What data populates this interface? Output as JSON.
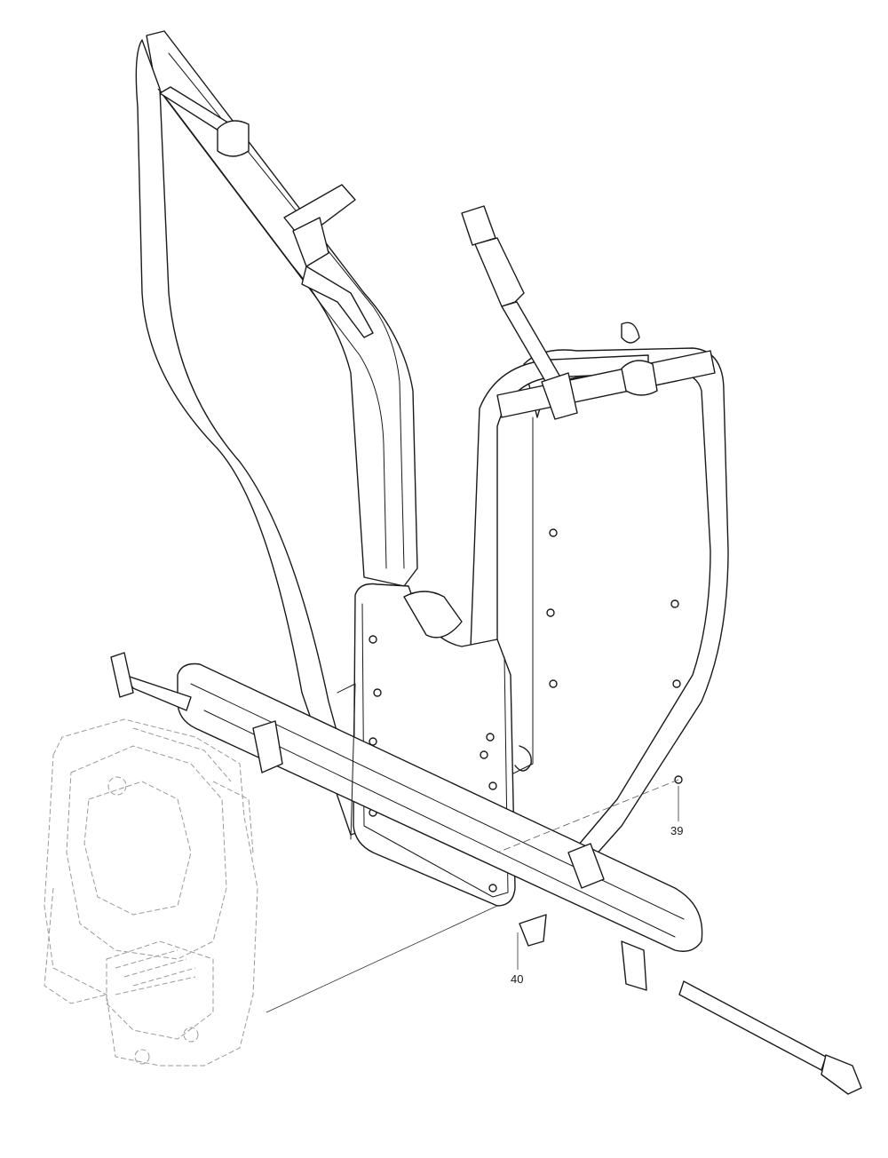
{
  "diagram": {
    "callouts": [
      {
        "id": "39",
        "label": "39"
      },
      {
        "id": "40",
        "label": "40"
      }
    ],
    "colors": {
      "line": "#1a1a1a",
      "ghost": "#9a9a9a",
      "background": "#ffffff"
    }
  }
}
